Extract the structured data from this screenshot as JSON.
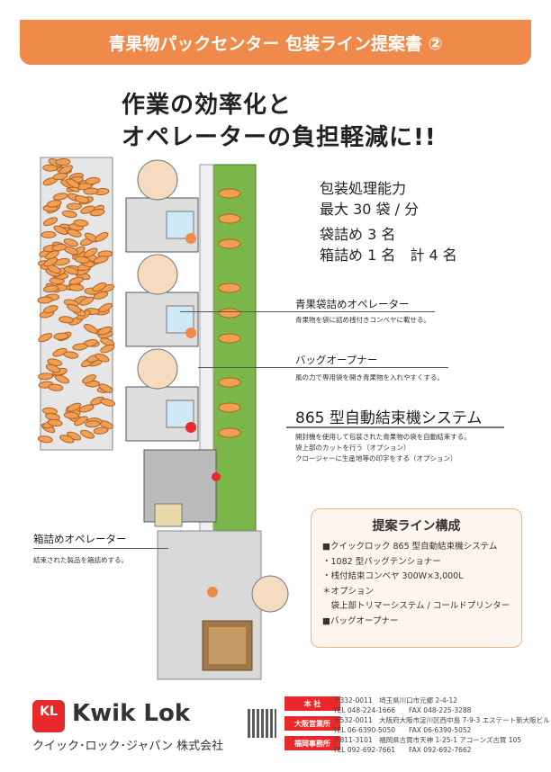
{
  "header": {
    "title": "青果物パックセンター 包装ライン提案書 ②"
  },
  "headline": {
    "line1": "作業の効率化と",
    "line2": "オペレーターの負担軽減に!!"
  },
  "capacity": {
    "line1": "包装処理能力",
    "line2": "最大 30 袋 / 分",
    "line3": "袋詰め 3 名",
    "line4": "箱詰め 1 名　計 4 名"
  },
  "callouts": [
    {
      "title": "青果袋詰めオペレーター",
      "desc": [
        "青果物を袋に詰め桟付きコンベヤに載せる。"
      ]
    },
    {
      "title": "バッグオープナー",
      "desc": [
        "風の力で専用袋を開き青果物を入れやすくする。"
      ]
    },
    {
      "title": "865 型自動結束機システム",
      "desc": [
        "開封機を使用して包装された青果物の袋を自動結束する。",
        "袋上部のカットを行う（オプション）",
        "クロージャーに生産地等の印字をする（オプション）"
      ]
    },
    {
      "title": "箱詰めオペレーター",
      "desc": [
        "結束された製品を箱詰めする。"
      ]
    }
  ],
  "proposal": {
    "title": "提案ライン構成",
    "items": [
      "■クイックロック 865 型自動結束機システム",
      "・1082 型バッグテンショナー",
      "・桟付結束コンベヤ 300W×3,000L",
      "＊オプション",
      "　袋上部トリマーシステム / コールドプリンター",
      "■バッグオープナー"
    ]
  },
  "company": {
    "logo_mark": "KL",
    "logo_text": "Kwik Lok",
    "name": "クイック･ロック･ジャパン 株式会社"
  },
  "offices": [
    {
      "label": "本 社",
      "address": "〒332-0011　埼玉県川口市元郷 2-4-12",
      "tel": "TEL 048-224-1666",
      "fax": "FAX 048-225-3288"
    },
    {
      "label": "大阪営業所",
      "address": "〒532-0011　大阪府大阪市淀川区西中島 7-9-3 エステート新大阪ビル",
      "tel": "TEL 06-6390-5050",
      "fax": "FAX 06-6390-5052"
    },
    {
      "label": "福岡事務所",
      "address": "〒811-3101　福岡県古賀市天神 1-25-1 アコーンズ古賀 105",
      "tel": "TEL 092-692-7661",
      "fax": "FAX 092-692-7662"
    }
  ],
  "colors": {
    "accent": "#f08a4b",
    "conveyor": "#7ab648",
    "red": "#e8292b"
  }
}
